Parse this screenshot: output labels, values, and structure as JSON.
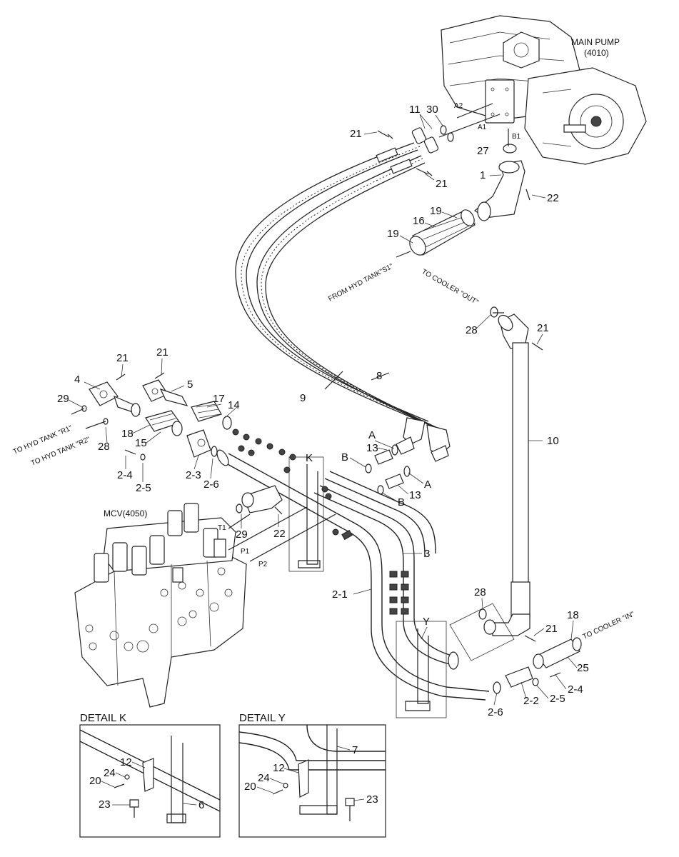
{
  "components": {
    "main_pump": {
      "name": "MAIN PUMP",
      "code": "(4010)"
    },
    "mcv": {
      "name": "MCV(4050)"
    }
  },
  "port_labels": {
    "a2": "A2",
    "a1": "A1",
    "b1": "B1",
    "t1": "T1",
    "p1": "P1",
    "p2": "P2"
  },
  "flow_labels": {
    "to_hyd_tank_r1": "TO HYD TANK \"R1\"",
    "to_hyd_tank_r2": "TO HYD TANK \"R2\"",
    "from_hyd_tank_s1": "FROM HYD TANK\"S1\"",
    "to_cooler_out": "TO COOLER \"OUT\"",
    "to_cooler_in": "TO COOLER \"IN\""
  },
  "part_numbers": {
    "p11": "11",
    "p30": "30",
    "p21a": "21",
    "p21b": "21",
    "p27": "27",
    "p1": "1",
    "p22a": "22",
    "p19a": "19",
    "p16": "16",
    "p19b": "19",
    "p28a": "28",
    "p21c": "21",
    "p21d": "21",
    "p21e": "21",
    "p4": "4",
    "p5": "5",
    "p29a": "29",
    "p17": "17",
    "p14": "14",
    "p18a": "18",
    "p15": "15",
    "p28b": "28",
    "p8": "8",
    "p9": "9",
    "p10": "10",
    "pK": "K",
    "p13a": "13",
    "pAa": "A",
    "pBa": "B",
    "pAb": "A",
    "p13b": "13",
    "pBb": "B",
    "p2_4a": "2-4",
    "p2_5a": "2-5",
    "p2_3": "2-3",
    "p2_6a": "2-6",
    "p29b": "29",
    "p22b": "22",
    "p3": "3",
    "p2_1": "2-1",
    "p28c": "28",
    "p21f": "21",
    "p18b": "18",
    "pY": "Y",
    "p25": "25",
    "p2_4b": "2-4",
    "p2_5b": "2-5",
    "p2_2": "2-2",
    "p2_6b": "2-6"
  },
  "detail_k": {
    "title": "DETAIL K",
    "labels": {
      "p12": "12",
      "p24": "24",
      "p20": "20",
      "p23": "23",
      "p6": "6"
    }
  },
  "detail_y": {
    "title": "DETAIL Y",
    "labels": {
      "p7": "7",
      "p12": "12",
      "p24": "24",
      "p20": "20",
      "p23": "23"
    }
  }
}
